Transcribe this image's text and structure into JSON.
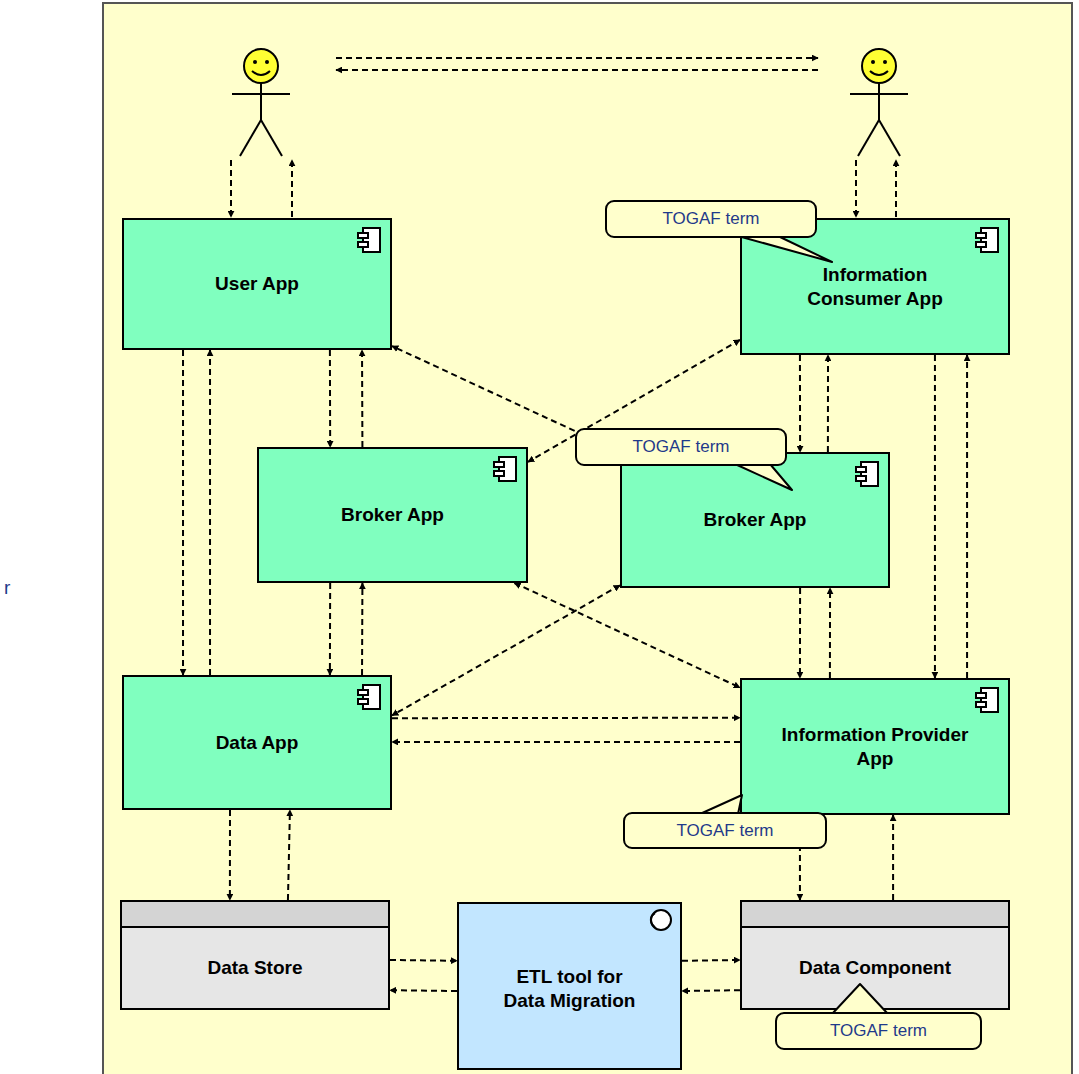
{
  "diagram": {
    "nodes": [
      {
        "text": [
          "User App"
        ]
      },
      {
        "text": [
          "Information Consumer App"
        ]
      },
      {
        "text": [
          "Broker App"
        ]
      },
      {
        "text": [
          "Broker App"
        ]
      },
      {
        "text": [
          "Data App"
        ]
      },
      {
        "text": [
          "Information Provider App"
        ]
      },
      {
        "text": [
          "Data Store"
        ]
      },
      {
        "text": [
          "ETL tool for Data Migration"
        ]
      },
      {
        "text": [
          "Data Component"
        ]
      }
    ],
    "edges": [
      {
        "from": 0,
        "to": 4,
        "arrow": "to"
      },
      {
        "from": 4,
        "to": 0,
        "arrow": "to"
      },
      {
        "from": 0,
        "to": 2,
        "arrow": "to"
      },
      {
        "from": 2,
        "to": 0,
        "arrow": "to"
      },
      {
        "from": 1,
        "to": 3,
        "arrow": "to"
      },
      {
        "from": 3,
        "to": 1,
        "arrow": "to"
      },
      {
        "from": 1,
        "to": 5,
        "arrow": "to"
      },
      {
        "from": 5,
        "to": 1,
        "arrow": "to"
      },
      {
        "from": 2,
        "to": 4,
        "arrow": "to"
      },
      {
        "from": 4,
        "to": 2,
        "arrow": "to"
      },
      {
        "from": 3,
        "to": 5,
        "arrow": "to"
      },
      {
        "from": 5,
        "to": 3,
        "arrow": "to"
      },
      {
        "from": 4,
        "to": 5,
        "arrow": "to"
      },
      {
        "from": 5,
        "to": 4,
        "arrow": "to"
      },
      {
        "from": 4,
        "to": 6,
        "arrow": "to"
      },
      {
        "from": 6,
        "to": 4,
        "arrow": "to"
      },
      {
        "from": 5,
        "to": 8,
        "arrow": "to"
      },
      {
        "from": 8,
        "to": 5,
        "arrow": "to"
      },
      {
        "from": 6,
        "to": 7,
        "arrow": "to"
      },
      {
        "from": 7,
        "to": 6,
        "arrow": "to"
      },
      {
        "from": 7,
        "to": 8,
        "arrow": "to"
      },
      {
        "from": 8,
        "to": 7,
        "arrow": "to"
      },
      {
        "from": 3,
        "to": 0,
        "arrow": "to"
      },
      {
        "from": 1,
        "to": 2,
        "arrow": "both"
      },
      {
        "from": 2,
        "to": 5,
        "arrow": "both"
      },
      {
        "from": 3,
        "to": 4,
        "arrow": "both"
      }
    ],
    "labels": [
      "TOGAF term",
      "TOGAF term",
      "TOGAF term",
      "TOGAF term",
      "r"
    ]
  }
}
